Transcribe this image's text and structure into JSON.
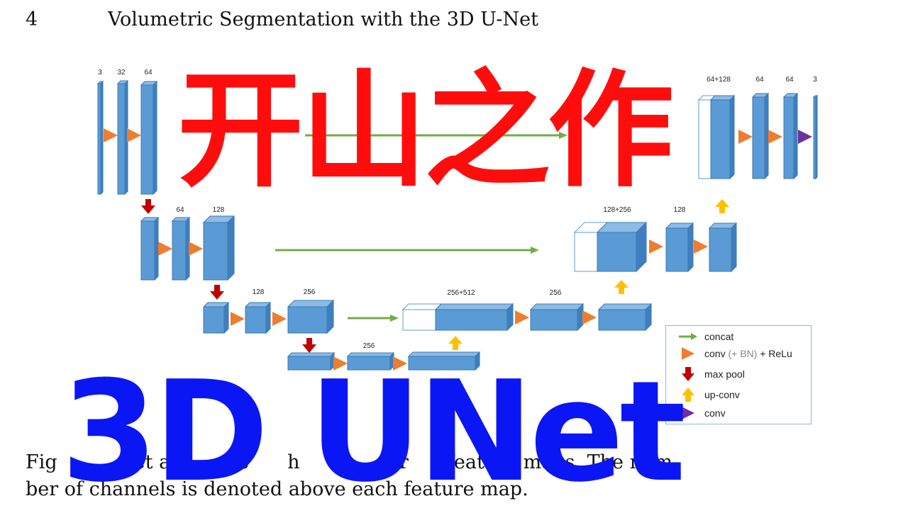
{
  "header": {
    "page_number": "4",
    "running_title": "Volumetric Segmentation with the 3D U-Net"
  },
  "diagram": {
    "channel_labels": [
      {
        "id": "c3",
        "text": "3"
      },
      {
        "id": "c32",
        "text": "32"
      },
      {
        "id": "c64a",
        "text": "64"
      },
      {
        "id": "c64b",
        "text": "64"
      },
      {
        "id": "c128a",
        "text": "128"
      },
      {
        "id": "c128b",
        "text": "128"
      },
      {
        "id": "c256a",
        "text": "256"
      },
      {
        "id": "c256b",
        "text": "256"
      },
      {
        "id": "c256_512",
        "text": "256+512"
      },
      {
        "id": "c256c",
        "text": "256"
      },
      {
        "id": "c128_256",
        "text": "128+256"
      },
      {
        "id": "c128c",
        "text": "128"
      },
      {
        "id": "c64_128",
        "text": "64+128"
      },
      {
        "id": "c64c",
        "text": "64"
      },
      {
        "id": "c64d",
        "text": "64"
      },
      {
        "id": "c3out",
        "text": "3"
      }
    ],
    "colors": {
      "block": "#5b9bd5",
      "block_side": "#3f7fbf",
      "block_top": "#8cbbe6",
      "concat": "#70ad47",
      "conv": "#ed7d31",
      "maxpool": "#c00000",
      "upconv": "#ffc000",
      "final_conv": "#7030a0"
    }
  },
  "legend": {
    "items": [
      {
        "icon": "concat-arrow-icon",
        "label": "concat",
        "note": ""
      },
      {
        "icon": "conv-triangle-icon",
        "label": "conv",
        "note": "(+ BN)",
        "suffix": " + ReLu"
      },
      {
        "icon": "maxpool-arrow-icon",
        "label": "max pool",
        "note": ""
      },
      {
        "icon": "upconv-arrow-icon",
        "label": "up-conv",
        "note": ""
      },
      {
        "icon": "final-conv-triangle-icon",
        "label": "conv",
        "note": ""
      }
    ]
  },
  "caption": {
    "line1": "Fig    et arc  re  h  o  or  feature maps. The num-",
    "line2": "ber of channels is denoted above each feature map."
  },
  "overlay": {
    "chinese_title": "开山之作",
    "english_title": "3D UNet"
  }
}
